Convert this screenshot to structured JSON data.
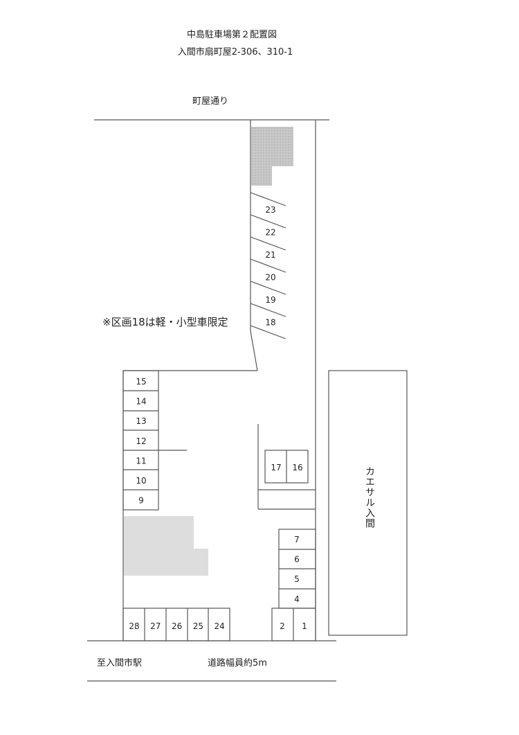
{
  "header": {
    "title": "中島駐車場第２配置図",
    "address": "入間市扇町屋2-306、310-1"
  },
  "roads": {
    "north": "町屋通り",
    "south_left": "至入間市駅",
    "south_right": "道路幅員約5m"
  },
  "note": "※区画18は軽・小型車限定",
  "building": "カエサル入間",
  "colors": {
    "line": "#555555",
    "hatched_area": "#c8c8c8",
    "grey_area": "#dddddd"
  },
  "stalls": {
    "angled": [
      "23",
      "22",
      "21",
      "20",
      "19",
      "18"
    ],
    "left_column": [
      "15",
      "14",
      "13",
      "12",
      "11",
      "10",
      "9"
    ],
    "center_pair": [
      "17",
      "16"
    ],
    "right_column": [
      "7",
      "6",
      "5",
      "4"
    ],
    "bottom_right": [
      "2",
      "1"
    ],
    "bottom_left": [
      "28",
      "27",
      "26",
      "25",
      "24"
    ]
  }
}
